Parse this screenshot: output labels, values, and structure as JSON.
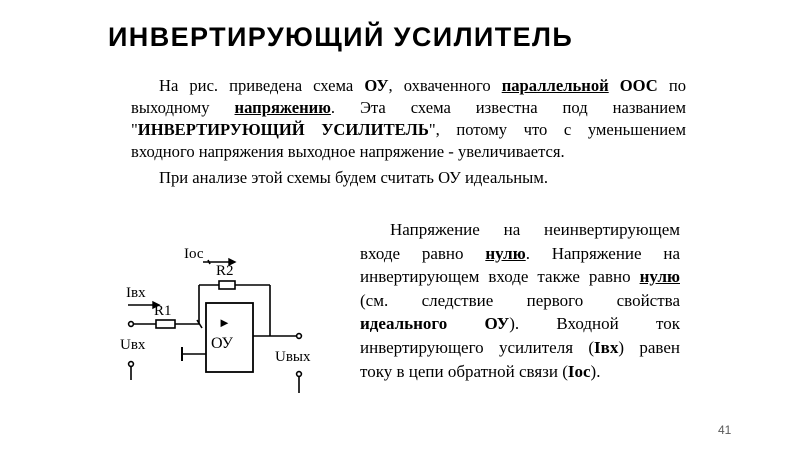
{
  "slide": {
    "title": "ИНВЕРТИРУЮЩИЙ  УСИЛИТЕЛЬ",
    "number": "41"
  },
  "intro": {
    "p1_a": "На рис. приведена схема ",
    "p1_ou": "ОУ",
    "p1_b": ", охваченного ",
    "p1_parallel": "параллельной",
    "p1_c": " ",
    "p1_oos": "ООС",
    "p1_d": " по выходному ",
    "p1_voltage": "напряжению",
    "p1_e": ". Эта схема известна под названием \"",
    "p1_name": "ИНВЕРТИРУЮЩИЙ УСИЛИТЕЛЬ",
    "p1_f": "\", потому что с уменьшением входного напряжения выходное напряжение - увеличивается.",
    "p2": "При анализе этой схемы будем считать ОУ идеальным."
  },
  "explanation": {
    "t1": "Напряжение на неинвертирующем входе равно ",
    "zero1": "нулю",
    "t2": ". Напряжение на инвертирующем входе также равно ",
    "zero2": "нулю",
    "t3": " (см. следствие первого свойства ",
    "ideal": "идеального ОУ",
    "t4": "). Входной ток инвертирующего усилителя (",
    "ivx": "Iвх",
    "t5": ") равен току в цепи обратной связи (",
    "ioc": "Iос",
    "t6": ")."
  },
  "circuit": {
    "label_ioc": "Iос",
    "label_r2": "R2",
    "label_ivx": "Iвх",
    "label_r1": "R1",
    "label_uvx": "Uвх",
    "label_opamp": "ОУ",
    "label_uvyx": "Uвых",
    "opamp_symbol": "►"
  },
  "colors": {
    "text": "#000000",
    "background": "#ffffff",
    "slide_number": "#595959"
  }
}
